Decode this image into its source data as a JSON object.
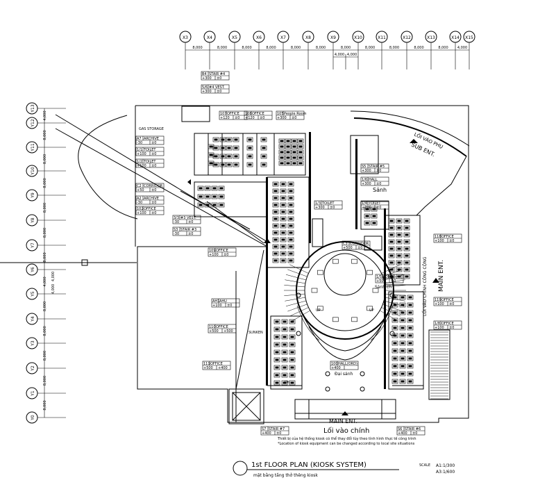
{
  "title": {
    "main": "1st FLOOR PLAN (KIOSK SYSTEM)",
    "sub": "mặt bằng tầng thở thêng kiosk",
    "scale_label": "SCALE",
    "scale_a1": "A1:1/300",
    "scale_a3": "A3:1/600"
  },
  "grid_x": [
    "X3",
    "X4",
    "X5",
    "X6",
    "X7",
    "X8",
    "X9",
    "X10",
    "X11",
    "X12",
    "X13",
    "X14",
    "X15"
  ],
  "grid_x_dims": [
    "8,000",
    "8,000",
    "8,000",
    "8,000",
    "8,000",
    "8,000",
    "8,000",
    "8,000",
    "8,000",
    "8,000",
    "8,000",
    "4,000"
  ],
  "grid_x_sub": [
    "4,000",
    "4,000"
  ],
  "grid_y": [
    "Y13",
    "Y12",
    "Y11",
    "Y10",
    "Y9",
    "Y8",
    "Y7",
    "Y6",
    "Y5",
    "Y4",
    "Y3",
    "Y2",
    "Y1",
    "Y0"
  ],
  "grid_y_dims": [
    "4,000",
    "8,000",
    "8,000",
    "8,000",
    "8,000",
    "8,000",
    "8,000",
    "4,000",
    "8,000",
    "8,000",
    "8,000",
    "8,000",
    "8,000"
  ],
  "grid_y_sub": [
    "4,000",
    "4,000"
  ],
  "rooms": [
    {
      "code": "B4",
      "name": "STAIR #4",
      "l": "+300",
      "r": "±0"
    },
    {
      "code": "5/6",
      "name": "#4 VEST.",
      "l": "+300",
      "r": "±0"
    },
    {
      "code": "107",
      "name": "OFFICE",
      "l": "+120",
      "r": "±0"
    },
    {
      "code": "108",
      "name": "OFFICE",
      "l": "+120",
      "r": "±0"
    },
    {
      "code": "105",
      "name": "People Room",
      "l": "+300",
      "r": "±0"
    },
    {
      "code": "A7",
      "name": "ARCHIVE",
      "l": "-30",
      "r": "±0"
    },
    {
      "code": "1/1",
      "name": "TOILET",
      "l": "+100",
      "r": "±0"
    },
    {
      "code": "1/2",
      "name": "TOILET",
      "l": "+100",
      "r": "±0"
    },
    {
      "code": "C2",
      "name": "CORRIDOR",
      "l": "+50",
      "r": "±0"
    },
    {
      "code": "A2",
      "name": "ARCHIVE",
      "l": "-30",
      "r": "±0"
    },
    {
      "code": "102",
      "name": "OFFICE",
      "l": "+100",
      "r": "±0"
    },
    {
      "code": "3/3",
      "name": "#3 VEST.",
      "l": "-30",
      "r": "±0"
    },
    {
      "code": "S3",
      "name": "STAIR #3",
      "l": "-30",
      "r": "±0"
    },
    {
      "code": "109",
      "name": "OFFICE",
      "l": "+100",
      "r": "±0"
    },
    {
      "code": "S5",
      "name": "STAIR #5",
      "l": "+300",
      "r": "±0"
    },
    {
      "code": "1/6",
      "name": "HALL",
      "l": "+300",
      "r": "±0"
    },
    {
      "code": "1/4",
      "name": "TOILET",
      "l": "+200",
      "r": "±0"
    },
    {
      "code": "1/3",
      "name": "TOILET",
      "l": "+300",
      "r": "±0"
    },
    {
      "code": "C3",
      "name": "CORRIDOR",
      "l": "+500",
      "r": "±0"
    },
    {
      "code": "1/5",
      "name": "LOBBY",
      "l": "+500",
      "r": "±0"
    },
    {
      "code": "118",
      "name": "OFFICE",
      "l": "+100",
      "r": "±0"
    },
    {
      "code": "AH1",
      "name": "AHU",
      "l": "+100",
      "r": "±0"
    },
    {
      "code": "110",
      "name": "OFFICE",
      "l": "+500",
      "r": "+500"
    },
    {
      "code": "111",
      "name": "OFFICE",
      "l": "+500",
      "r": "+400"
    },
    {
      "code": "119",
      "name": "OFFICE",
      "l": "+100",
      "r": "±0"
    },
    {
      "code": "1/8",
      "name": "OFFICE",
      "l": "+100",
      "r": "±0"
    },
    {
      "code": "100",
      "name": "HALL(ORD)",
      "l": "+400",
      "r": ""
    },
    {
      "code": "S7",
      "name": "STAIR #7",
      "l": "+400",
      "r": "±0"
    },
    {
      "code": "S6",
      "name": "STAIR #6",
      "l": "+400",
      "r": "±0"
    }
  ],
  "labels": {
    "gas_storage": "GAS STORAGE",
    "sub_ent": "SUB ENT.",
    "sub_ent_vn": "LỐI VÀO PHỤ",
    "sanh": "Sảnh",
    "sanh_phu": "Sảnh ch",
    "main_ent": "MAIN ENT.",
    "main_ent_vn": "LỐI VÀO CHÍNH CÔNG CỘNG",
    "main_ent_bottom": "MAIN ENT.",
    "loi_vao_chinh": "Lối vào chính",
    "dai_sanh": "Đại sảnh",
    "sunken": "SUNKEN",
    "up1": "UP",
    "up2": "UP",
    "dn": "DN",
    "note1": "Thiết bị của hệ thống kiosk có thể thay đổi tùy theo tình hình thực tế công trình",
    "note2": "*Location of kiosk equipment can be changed according to local site situations"
  }
}
